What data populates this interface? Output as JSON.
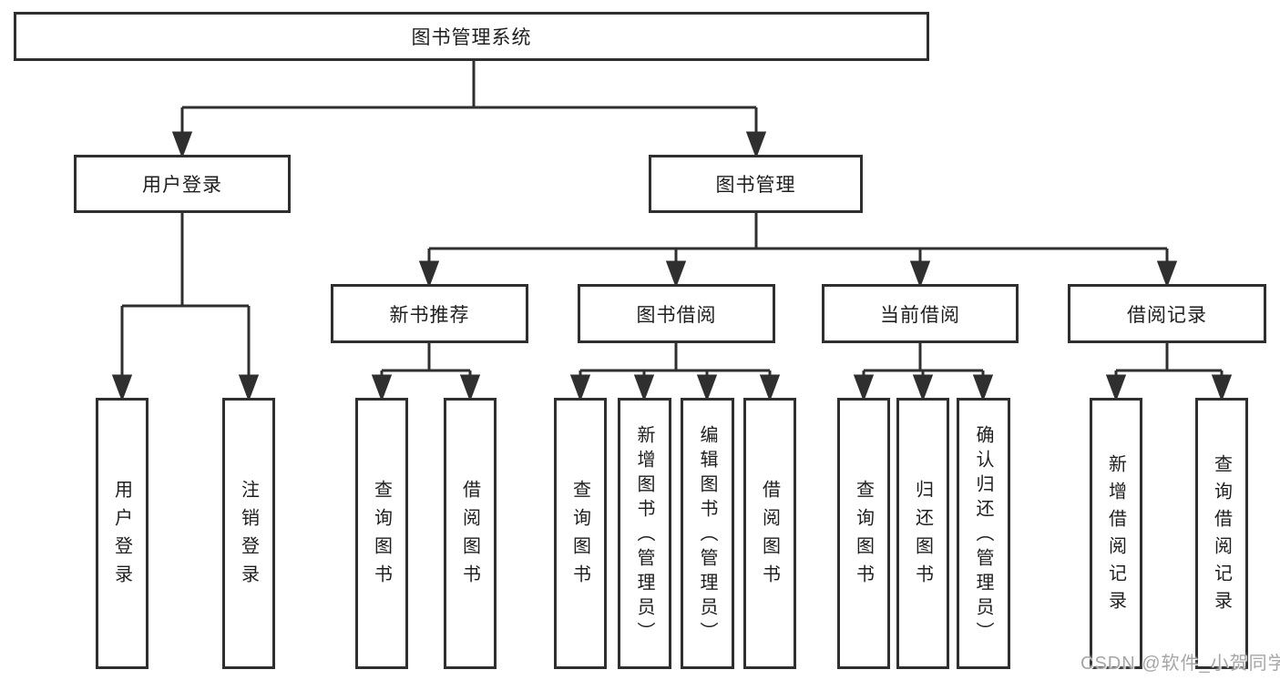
{
  "diagram": {
    "colors": {
      "line": "#2f2f2f",
      "box_border": "#2f2f2f",
      "text": "#1e1e1e",
      "background": "#ffffff",
      "watermark": "#a6a6a6"
    },
    "root": {
      "label": "图书管理系统",
      "children": [
        {
          "label": "用户登录",
          "children": [
            {
              "label": "用户登录"
            },
            {
              "label": "注销登录"
            }
          ]
        },
        {
          "label": "图书管理",
          "children": [
            {
              "label": "新书推荐",
              "children": [
                {
                  "label": "查询图书"
                },
                {
                  "label": "借阅图书"
                }
              ]
            },
            {
              "label": "图书借阅",
              "children": [
                {
                  "label": "查询图书"
                },
                {
                  "label": "新增图书（管理员）"
                },
                {
                  "label": "编辑图书（管理员）"
                },
                {
                  "label": "借阅图书"
                }
              ]
            },
            {
              "label": "当前借阅",
              "children": [
                {
                  "label": "查询图书"
                },
                {
                  "label": "归还图书"
                },
                {
                  "label": "确认归还（管理员）"
                }
              ]
            },
            {
              "label": "借阅记录",
              "children": [
                {
                  "label": "新增借阅记录"
                },
                {
                  "label": "查询借阅记录"
                }
              ]
            }
          ]
        }
      ]
    },
    "watermark": "CSDN @软件_小贺同学"
  }
}
